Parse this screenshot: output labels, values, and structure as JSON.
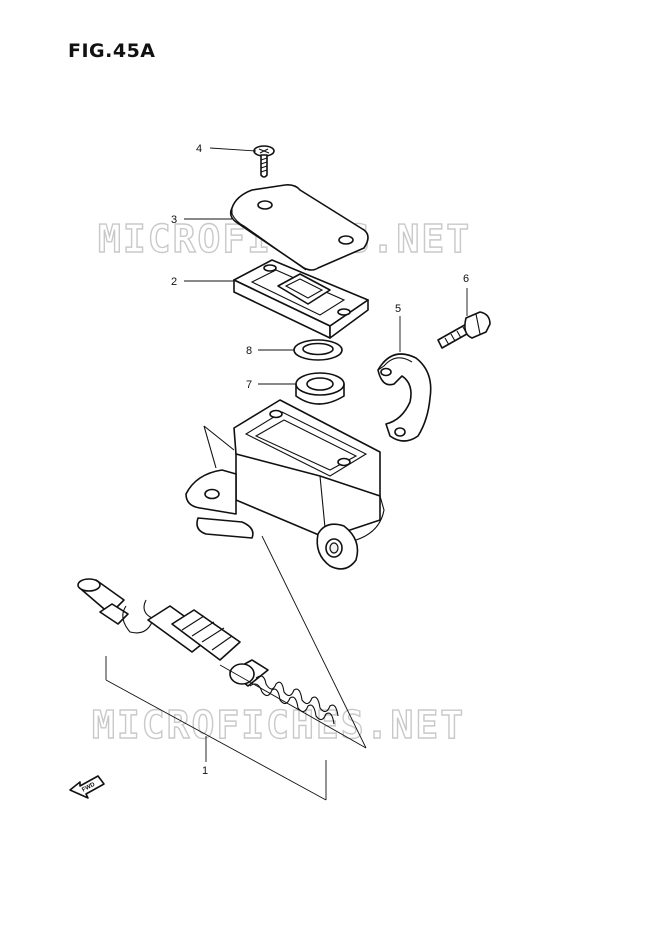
{
  "figure": {
    "title": "FIG.45A"
  },
  "watermark": {
    "text": "MICROFICHES.NET"
  },
  "fwd_label": "FWD",
  "callouts": [
    {
      "id": "4",
      "part": "screw"
    },
    {
      "id": "3",
      "part": "reservoir-cap"
    },
    {
      "id": "2",
      "part": "diaphragm"
    },
    {
      "id": "8",
      "part": "plate-ring"
    },
    {
      "id": "7",
      "part": "float"
    },
    {
      "id": "6",
      "part": "bolt"
    },
    {
      "id": "5",
      "part": "holder-clamp"
    },
    {
      "id": "1",
      "part": "master-cylinder-assembly"
    }
  ]
}
